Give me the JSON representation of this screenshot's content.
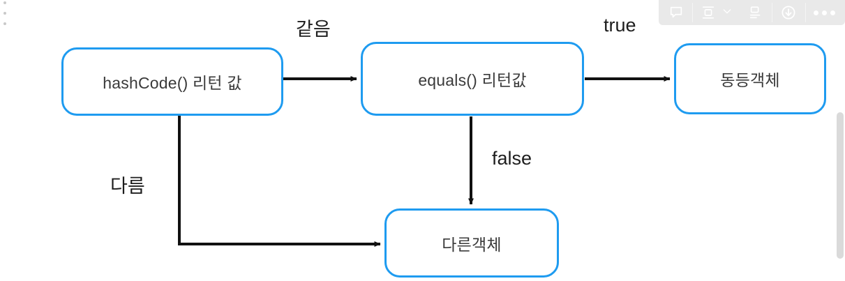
{
  "toolbar": {
    "buttons": [
      {
        "name": "comment-icon",
        "label": "Comment"
      },
      {
        "name": "fit-page-icon",
        "label": "Fit page"
      },
      {
        "name": "fit-page-caret",
        "label": "Fit page options"
      },
      {
        "name": "layout-icon",
        "label": "Layout"
      },
      {
        "name": "download-icon",
        "label": "Download"
      },
      {
        "name": "more-options-icon",
        "label": "More options"
      }
    ],
    "background": "#e9e9e9",
    "icon_color": "#ffffff"
  },
  "drag_handle": {
    "name": "drag-handle",
    "dots": 3
  },
  "scrollbar": {
    "thumb_color": "#dadada",
    "orientation": "vertical"
  },
  "diagram": {
    "accent_color": "#1e9bf0",
    "text_color": "#3a3a3a",
    "nodes": [
      {
        "id": "hashcode",
        "label": "hashCode() 리턴 값"
      },
      {
        "id": "equals",
        "label": "equals() 리턴값"
      },
      {
        "id": "equal_object",
        "label": "동등객체"
      },
      {
        "id": "diff_object",
        "label": "다른객체"
      }
    ],
    "edges": [
      {
        "from": "hashcode",
        "to": "equals",
        "label": "같음"
      },
      {
        "from": "equals",
        "to": "equal_object",
        "label": "true"
      },
      {
        "from": "equals",
        "to": "diff_object",
        "label": "false"
      },
      {
        "from": "hashcode",
        "to": "diff_object",
        "label": "다름"
      }
    ]
  }
}
